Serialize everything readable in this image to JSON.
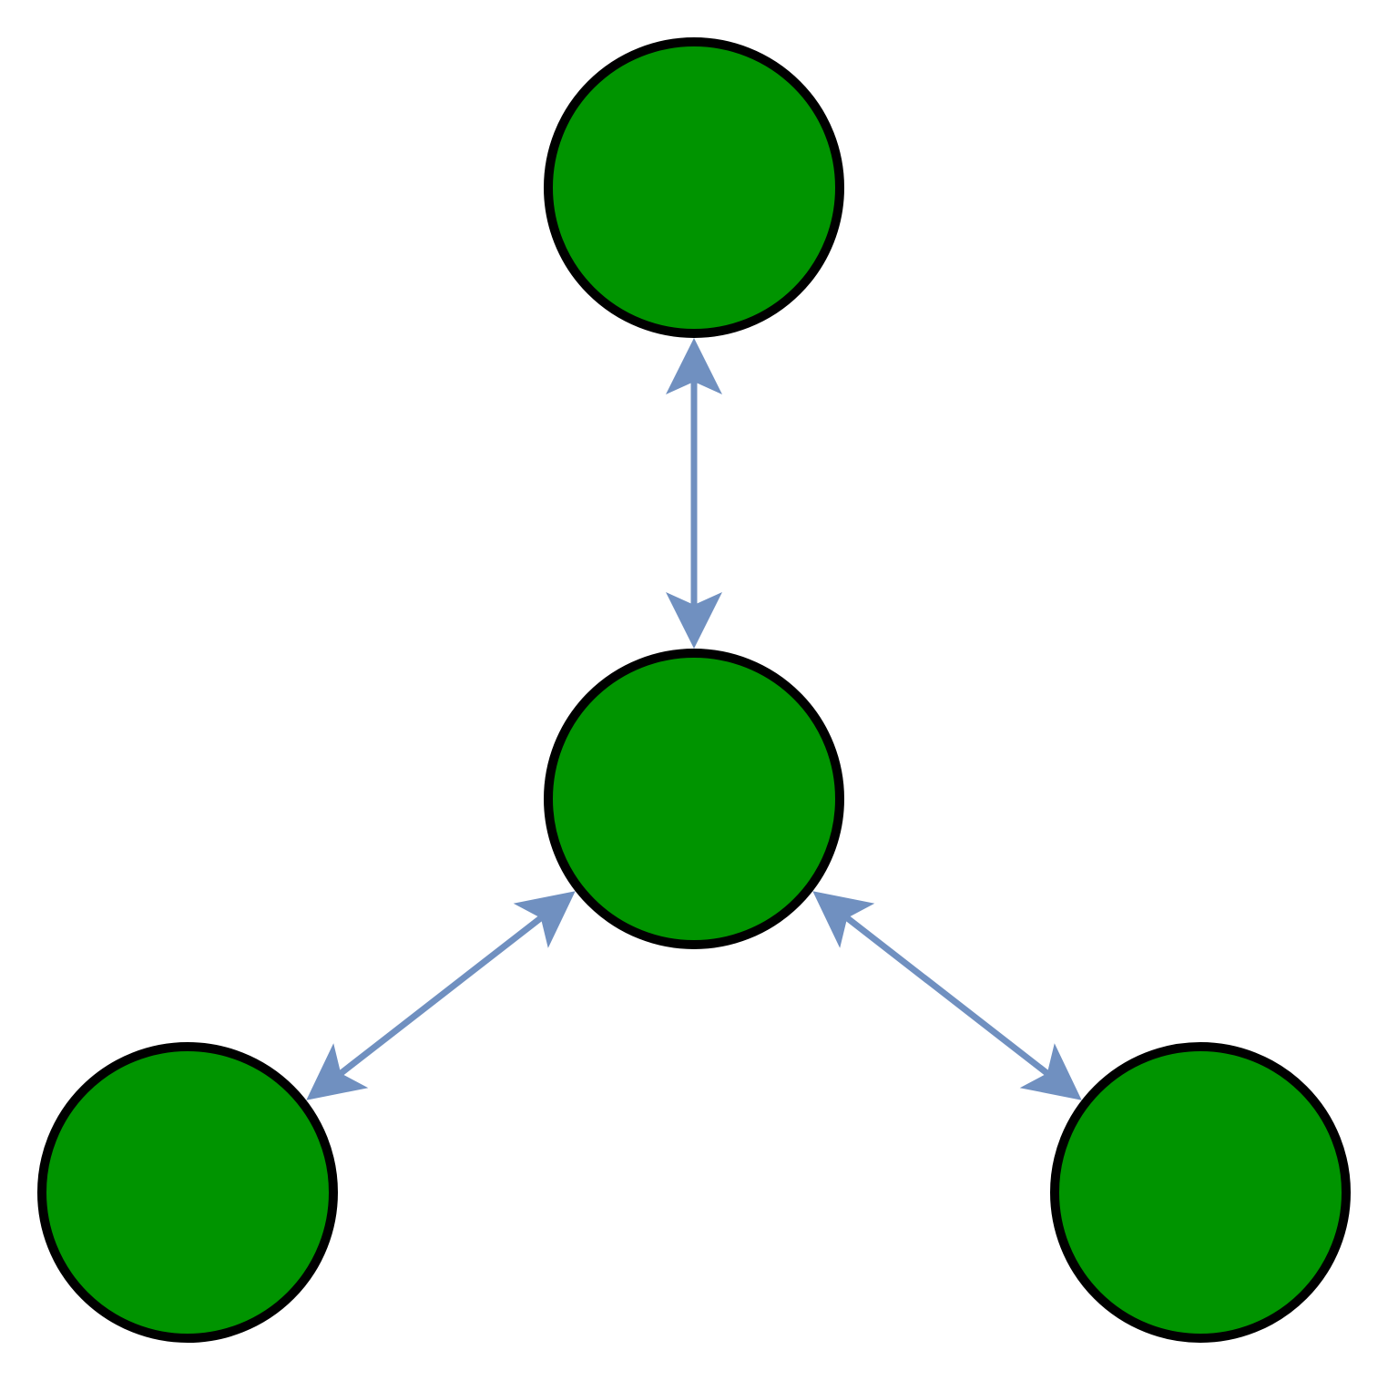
{
  "diagram": {
    "type": "network",
    "node_color": "#009400",
    "node_border_color": "#000000",
    "edge_color": "#7090c0",
    "background": "#ffffff",
    "nodes": [
      {
        "id": "center"
      },
      {
        "id": "top"
      },
      {
        "id": "bottom-left"
      },
      {
        "id": "bottom-right"
      }
    ],
    "edges": [
      {
        "from": "center",
        "to": "top",
        "direction": "both"
      },
      {
        "from": "center",
        "to": "bottom-left",
        "direction": "both"
      },
      {
        "from": "center",
        "to": "bottom-right",
        "direction": "both"
      }
    ]
  }
}
